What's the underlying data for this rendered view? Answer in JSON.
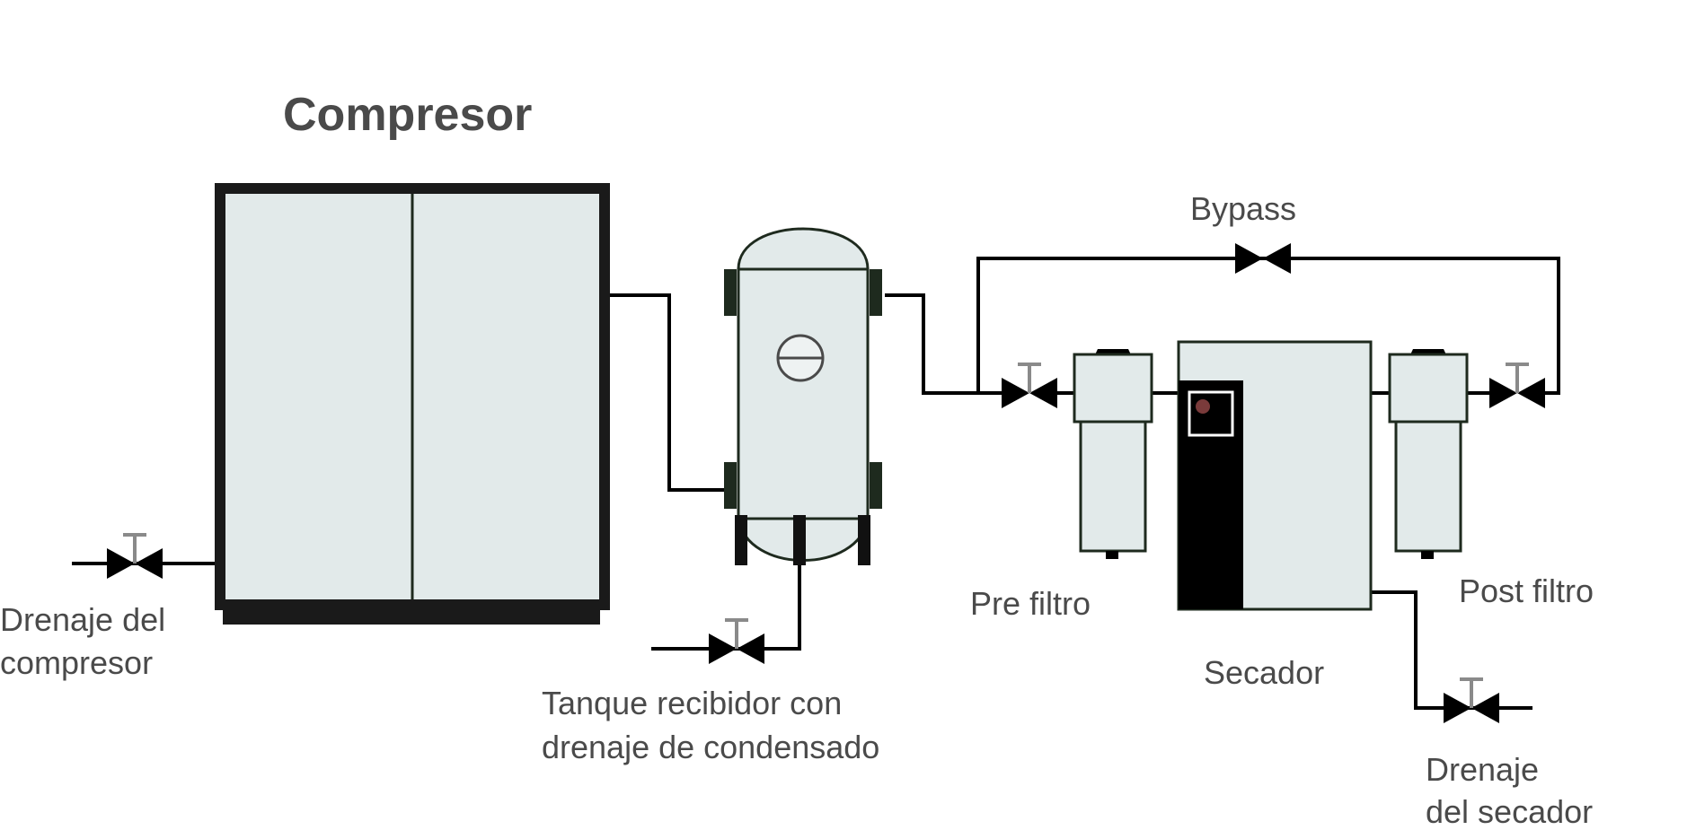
{
  "labels": {
    "compressor": "Compresor",
    "compressor_drain": [
      "Drenaje del",
      "compresor"
    ],
    "receiver_tank": [
      "Tanque recibidor con",
      "drenaje de condensado"
    ],
    "bypass": "Bypass",
    "pre_filter": "Pre filtro",
    "dryer": "Secador",
    "post_filter": "Post filtro",
    "dryer_drain": [
      "Drenaje",
      "del secador"
    ]
  },
  "colors": {
    "equipment_fill": "#e2eaea",
    "equipment_outline": "#1e2a1e",
    "pipe": "#000000",
    "valve_stem": "#8a8a8a",
    "text": "#4a4a4a",
    "dryer_indicator": "#7a3b3b"
  },
  "icons": [
    "gate-valve-icon",
    "pressure-gauge-icon"
  ]
}
